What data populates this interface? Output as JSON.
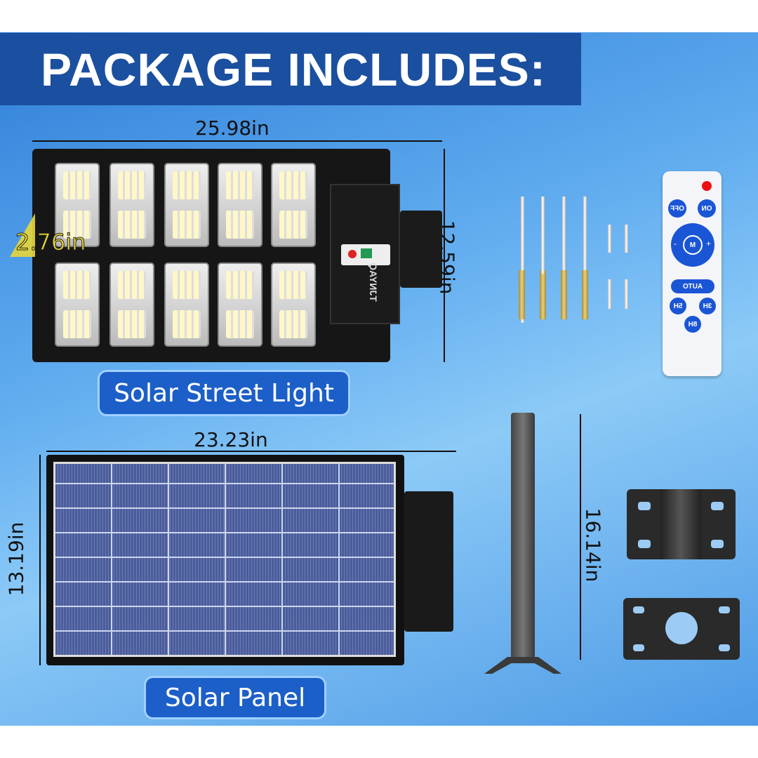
{
  "header": {
    "title": "PACKAGE INCLUDES:"
  },
  "street_light": {
    "label": "Solar Street Light",
    "width": "25.98in",
    "height": "12.59in",
    "depth": "2.76in",
    "brand_logo": "TJNYAQ"
  },
  "solar_panel": {
    "label": "Solar Panel",
    "width": "23.23in",
    "height": "13.19in"
  },
  "pole": {
    "height": "16.14in"
  },
  "remote": {
    "buttons": [
      "OFF",
      "ON",
      "M",
      "-",
      "+",
      "AUTO",
      "5H",
      "3H",
      "8H"
    ]
  },
  "colors": {
    "banner": "#1b4f9f",
    "pill": "#1c5fc8",
    "remote_button": "#1a55d6"
  }
}
